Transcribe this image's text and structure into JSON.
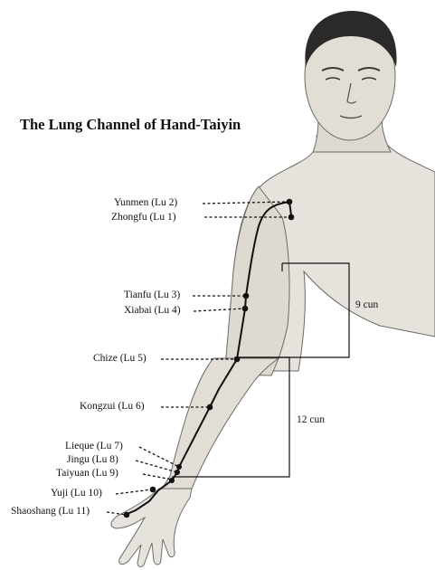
{
  "title": "The Lung Channel of Hand-Taiyin",
  "points": [
    {
      "id": "lu2",
      "label": "Yunmen (Lu 2)"
    },
    {
      "id": "lu1",
      "label": "Zhongfu (Lu 1)"
    },
    {
      "id": "lu3",
      "label": "Tianfu (Lu 3)"
    },
    {
      "id": "lu4",
      "label": "Xiabai (Lu 4)"
    },
    {
      "id": "lu5",
      "label": "Chize (Lu 5)"
    },
    {
      "id": "lu6",
      "label": "Kongzui (Lu 6)"
    },
    {
      "id": "lu7",
      "label": "Lieque (Lu 7)"
    },
    {
      "id": "lu8",
      "label": "Jingu (Lu 8)"
    },
    {
      "id": "lu9",
      "label": "Taiyuan (Lu 9)"
    },
    {
      "id": "lu10",
      "label": "Yuji (Lu 10)"
    },
    {
      "id": "lu11",
      "label": "Shaoshang (Lu 11)"
    }
  ],
  "measurements": [
    {
      "id": "upper-arm",
      "label": "9 cun"
    },
    {
      "id": "forearm",
      "label": "12 cun"
    }
  ]
}
